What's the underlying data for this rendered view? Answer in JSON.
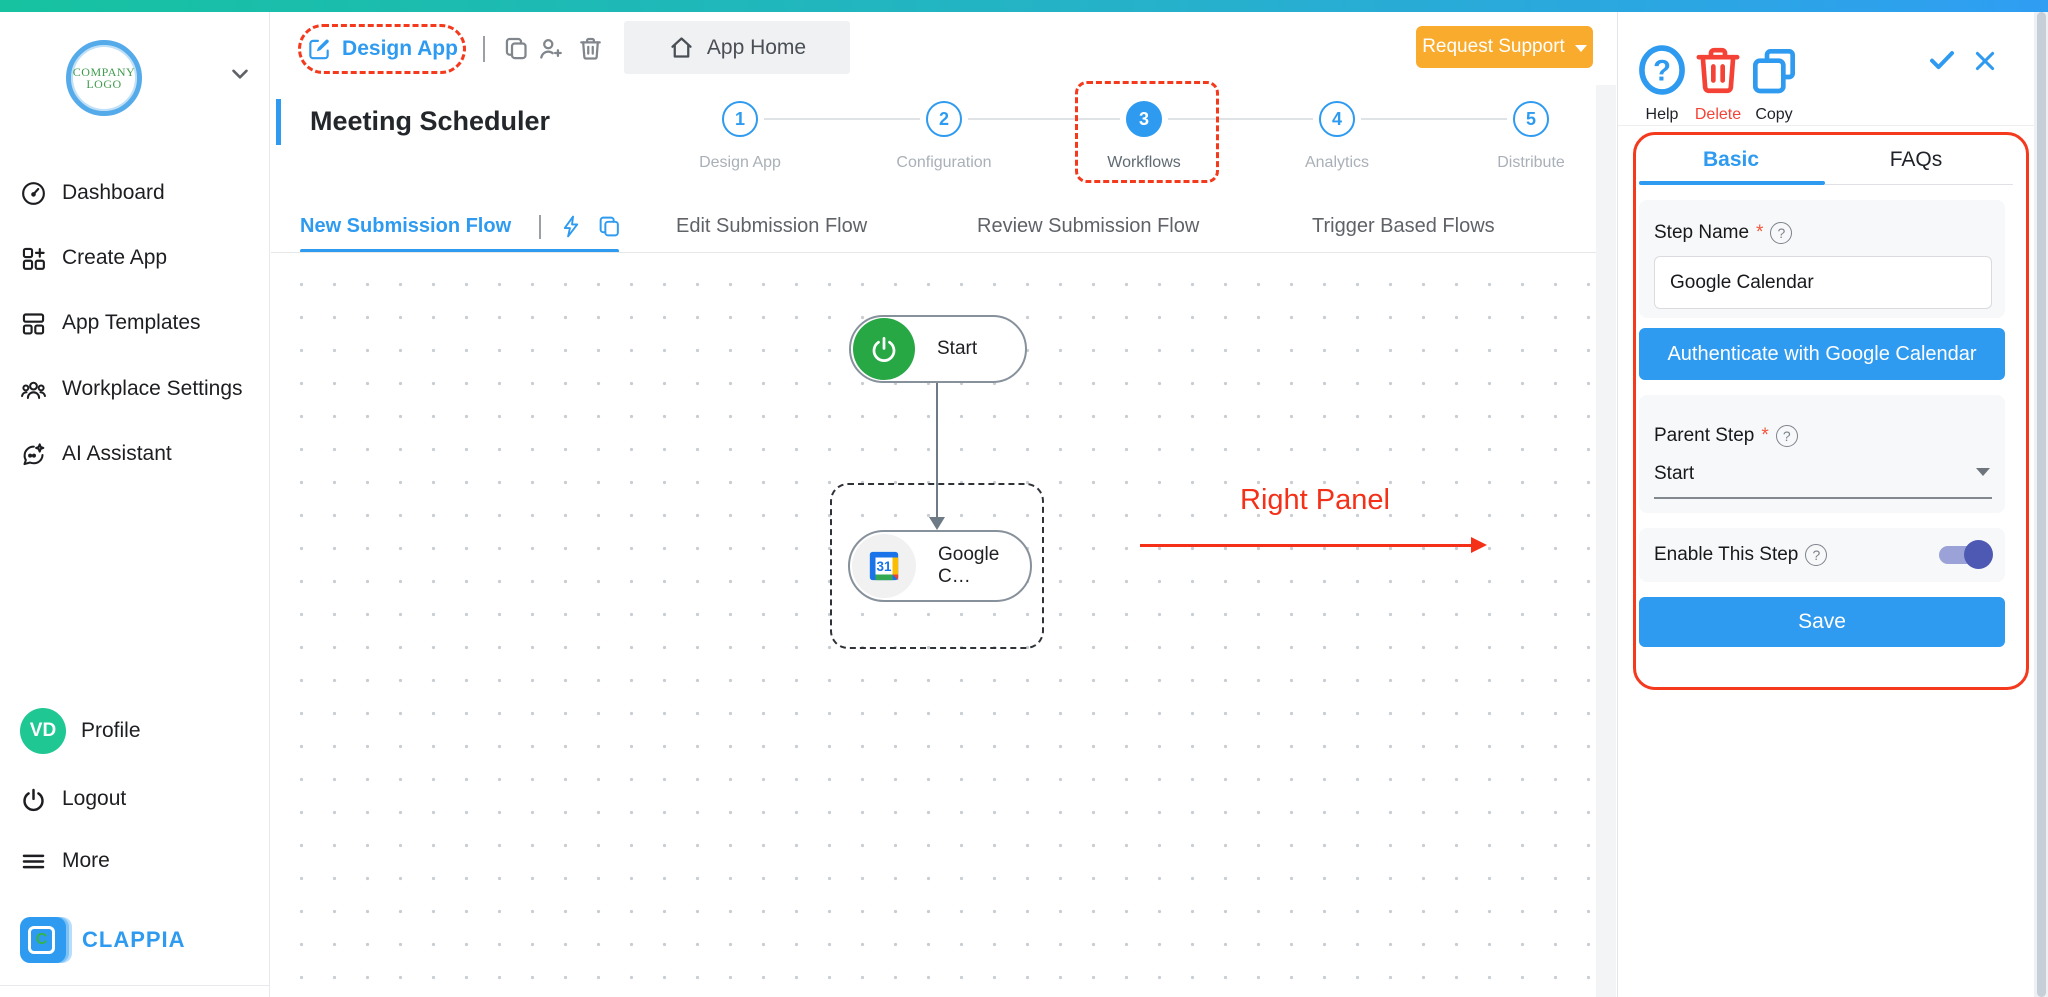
{
  "sidebar": {
    "logo_line1": "COMPANY",
    "logo_line2": "LOGO",
    "items": [
      {
        "label": "Dashboard"
      },
      {
        "label": "Create App"
      },
      {
        "label": "App Templates"
      },
      {
        "label": "Workplace Settings"
      },
      {
        "label": "AI Assistant"
      }
    ],
    "profile": {
      "avatar_initials": "VD",
      "label": "Profile"
    },
    "logout_label": "Logout",
    "more_label": "More",
    "brand": "CLAPPIA"
  },
  "toolbar": {
    "design_app_label": "Design App",
    "app_home_label": "App Home",
    "request_support_label": "Request Support"
  },
  "header": {
    "app_title": "Meeting Scheduler",
    "steps": [
      {
        "num": "1",
        "label": "Design App",
        "state": "todo"
      },
      {
        "num": "2",
        "label": "Configuration",
        "state": "todo"
      },
      {
        "num": "3",
        "label": "Workflows",
        "state": "active"
      },
      {
        "num": "4",
        "label": "Analytics",
        "state": "todo"
      },
      {
        "num": "5",
        "label": "Distribute",
        "state": "todo"
      }
    ]
  },
  "flow_tabs": [
    {
      "label": "New Submission Flow",
      "active": true
    },
    {
      "label": "Edit Submission Flow",
      "active": false
    },
    {
      "label": "Review Submission Flow",
      "active": false
    },
    {
      "label": "Trigger Based Flows",
      "active": false
    }
  ],
  "canvas": {
    "start_node_label": "Start",
    "google_node_label": "Google C…",
    "google_icon_day": "31"
  },
  "annotation": {
    "right_panel_label": "Right Panel"
  },
  "panel": {
    "actions": {
      "help": "Help",
      "delete": "Delete",
      "copy": "Copy"
    },
    "tabs": {
      "basic": "Basic",
      "faqs": "FAQs"
    },
    "step_name": {
      "label": "Step Name",
      "required_mark": "*",
      "help_glyph": "?",
      "value": "Google Calendar"
    },
    "authenticate_label": "Authenticate with Google Calendar",
    "parent_step": {
      "label": "Parent Step",
      "required_mark": "*",
      "help_glyph": "?",
      "value": "Start"
    },
    "enable_step": {
      "label": "Enable This Step",
      "help_glyph": "?",
      "state_on": true
    },
    "save_label": "Save"
  },
  "colors": {
    "accent_blue": "#2e9bf0",
    "topbar_gradient_left": "#16c2a0",
    "topbar_gradient_right": "#2f9ef3",
    "annotation_red": "#f4391c",
    "request_support_orange": "#f9ab2e",
    "start_node_green": "#28a745",
    "avatar_green": "#1fc793",
    "delete_red": "#f44336",
    "toggle_indigo": "#4d59b3"
  }
}
